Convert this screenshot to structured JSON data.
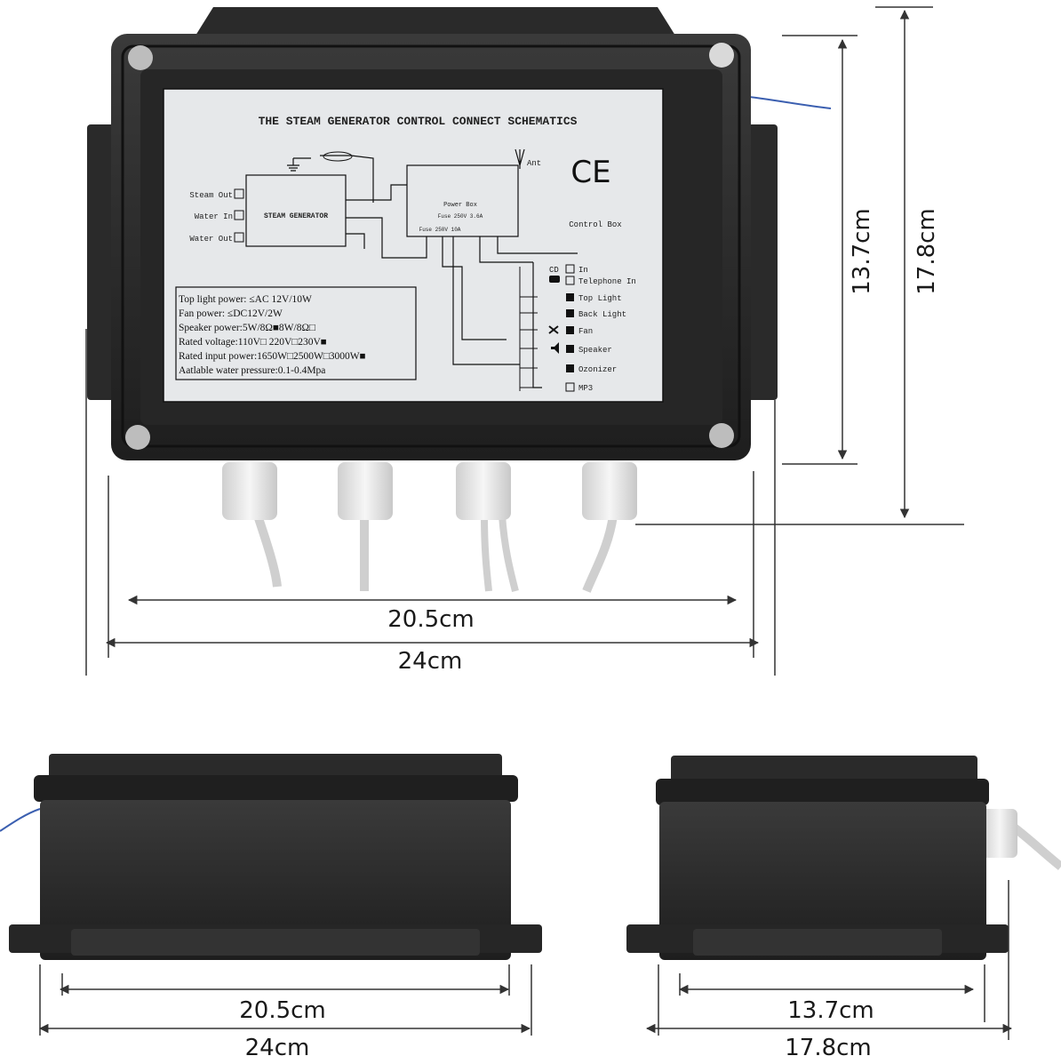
{
  "front_label": {
    "title": "THE STEAM GENERATOR CONTROL CONNECT SCHEMATICS",
    "ce_mark": "CE",
    "antenna": "Ant",
    "steam_generator": "STEAM GENERATOR",
    "ports": [
      "Steam Out",
      "Water In",
      "Water Out"
    ],
    "power_box": "Power Box",
    "fuse_1": "Fuse 250V 3.6A",
    "fuse_2": "Fuse 250V 10A",
    "control_box": "Control Box",
    "outputs": [
      "CD",
      "In",
      "Telephone In",
      "Top Light",
      "Back Light",
      "Fan",
      "Speaker",
      "Ozonizer",
      "MP3"
    ],
    "specs": [
      "Top light power: ≤AC 12V/10W",
      "Fan power: ≤DC12V/2W",
      "Speaker power:5W/8Ω■8W/8Ω□",
      "Rated voltage:110V□ 220V□230V■",
      "Rated input power:1650W□2500W□3000W■",
      "Aatlable water pressure:0.1-0.4Mpa"
    ]
  },
  "dimensions": {
    "front_width_inner": "20.5cm",
    "front_width_outer": "24cm",
    "front_height_inner": "13.7cm",
    "front_height_outer": "17.8cm",
    "side_a_inner": "20.5cm",
    "side_a_outer": "24cm",
    "side_b_inner": "13.7cm",
    "side_b_outer": "17.8cm"
  },
  "icons": [
    "antenna-icon",
    "ground-icon",
    "fan-icon",
    "speaker-icon",
    "telephone-icon"
  ],
  "colors": {
    "enclosure": "#2b2b2b",
    "label": "#e6e8ea",
    "gland": "#e9e9e9",
    "dimension_line": "#333333"
  }
}
